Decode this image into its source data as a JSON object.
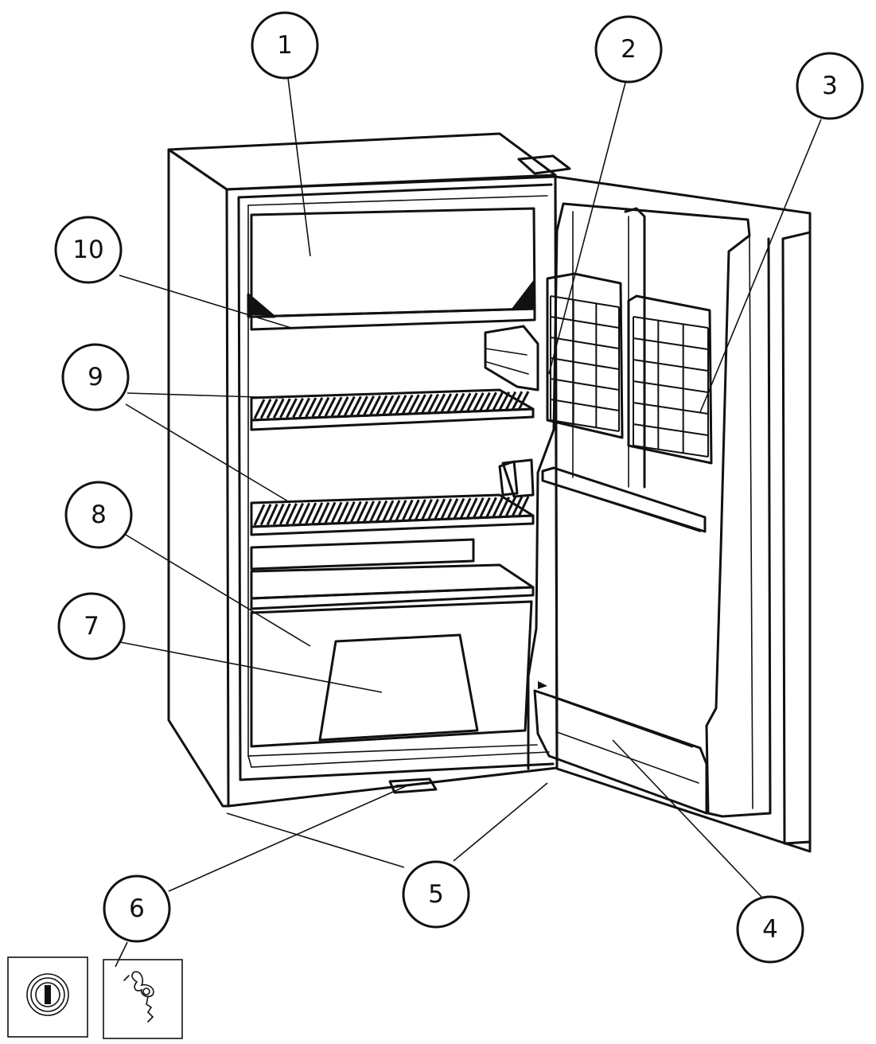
{
  "callouts": {
    "c1": "1",
    "c2": "2",
    "c3": "3",
    "c4": "4",
    "c5": "5",
    "c6": "6",
    "c7": "7",
    "c8": "8",
    "c9": "9",
    "c10": "10"
  },
  "icons": {
    "lock": "lock-cylinder-icon",
    "key": "key-icon"
  },
  "colors": {
    "line": "#111111",
    "background": "#ffffff"
  }
}
